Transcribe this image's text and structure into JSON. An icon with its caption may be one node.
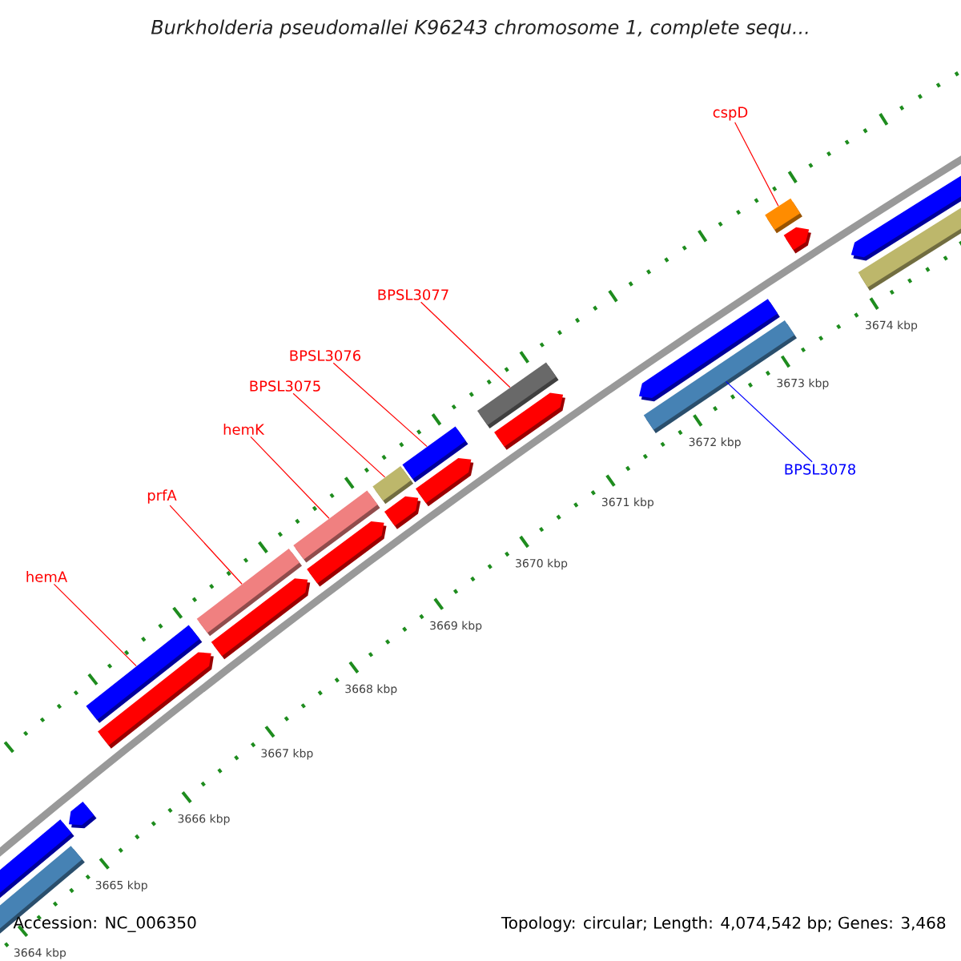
{
  "diagram": {
    "title": "Burkholderia pseudomallei K96243 chromosome 1, complete sequ...",
    "nodes": [
      {
        "text": [
          "cspD"
        ]
      },
      {
        "text": [
          "BPSL3077"
        ]
      },
      {
        "text": [
          "BPSL3076"
        ]
      },
      {
        "text": [
          "BPSL3075"
        ]
      },
      {
        "text": [
          "hemK"
        ]
      },
      {
        "text": [
          "BPSL3078"
        ]
      },
      {
        "text": [
          "prfA"
        ]
      },
      {
        "text": [
          "hemA"
        ]
      },
      {
        "text": [],
        "shape": "bar"
      },
      {
        "text": [],
        "shape": "bar"
      },
      {
        "text": [],
        "shape": "bar"
      },
      {
        "text": [],
        "shape": "bar"
      },
      {
        "text": [],
        "shape": "bar"
      },
      {
        "text": [],
        "shape": "bar"
      },
      {
        "text": [],
        "shape": "bar"
      },
      {
        "text": [],
        "shape": "bar"
      }
    ],
    "edges": [
      {
        "from": 7,
        "to": 8,
        "arrow": "none"
      },
      {
        "from": 6,
        "to": 9,
        "arrow": "none"
      },
      {
        "from": 4,
        "to": 10,
        "arrow": "none"
      },
      {
        "from": 3,
        "to": 11,
        "arrow": "none"
      },
      {
        "from": 2,
        "to": 12,
        "arrow": "none"
      },
      {
        "from": 1,
        "to": 13,
        "arrow": "none"
      },
      {
        "from": 5,
        "to": 14,
        "arrow": "none",
        "color": "#0000ff"
      },
      {
        "from": 0,
        "to": 15,
        "arrow": "none"
      }
    ],
    "labels": [
      "3674 kbp",
      "3673 kbp",
      "3672 kbp",
      "3671 kbp",
      "3670 kbp",
      "3669 kbp",
      "3668 kbp",
      "3667 kbp",
      "3666 kbp",
      "3665 kbp",
      "3664 kbp",
      "Accession: NC_006350",
      "Topology: circular; Length: 4,074,542 bp; Genes: 3,468"
    ]
  }
}
